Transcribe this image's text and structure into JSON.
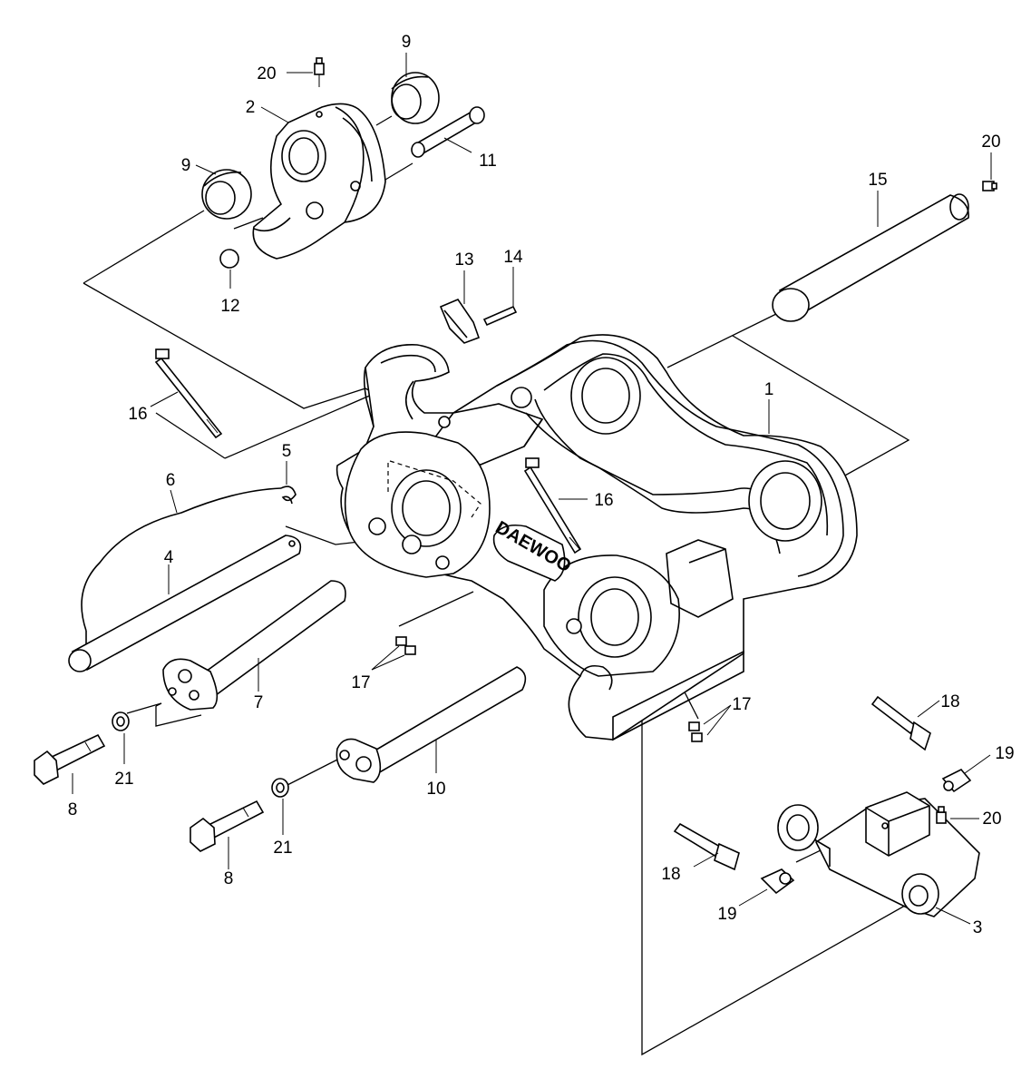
{
  "diagram": {
    "logo_text": "DAEWOO",
    "callouts": [
      {
        "id": "c-9-top",
        "text": "9"
      },
      {
        "id": "c-20-top",
        "text": "20"
      },
      {
        "id": "c-2",
        "text": "2"
      },
      {
        "id": "c-9-left",
        "text": "9"
      },
      {
        "id": "c-11",
        "text": "11"
      },
      {
        "id": "c-12",
        "text": "12"
      },
      {
        "id": "c-13",
        "text": "13"
      },
      {
        "id": "c-14",
        "text": "14"
      },
      {
        "id": "c-20-right",
        "text": "20"
      },
      {
        "id": "c-15",
        "text": "15"
      },
      {
        "id": "c-1",
        "text": "1"
      },
      {
        "id": "c-16-left",
        "text": "16"
      },
      {
        "id": "c-5",
        "text": "5"
      },
      {
        "id": "c-6",
        "text": "6"
      },
      {
        "id": "c-16-mid",
        "text": "16"
      },
      {
        "id": "c-4",
        "text": "4"
      },
      {
        "id": "c-7",
        "text": "7"
      },
      {
        "id": "c-17-left",
        "text": "17"
      },
      {
        "id": "c-17-right",
        "text": "17"
      },
      {
        "id": "c-18-top",
        "text": "18"
      },
      {
        "id": "c-19-right",
        "text": "19"
      },
      {
        "id": "c-21-left",
        "text": "21"
      },
      {
        "id": "c-8-left",
        "text": "8"
      },
      {
        "id": "c-10",
        "text": "10"
      },
      {
        "id": "c-20-bottom",
        "text": "20"
      },
      {
        "id": "c-18-bottom",
        "text": "18"
      },
      {
        "id": "c-21-bottom",
        "text": "21"
      },
      {
        "id": "c-8-bottom",
        "text": "8"
      },
      {
        "id": "c-19-bottom",
        "text": "19"
      },
      {
        "id": "c-3",
        "text": "3"
      }
    ]
  }
}
